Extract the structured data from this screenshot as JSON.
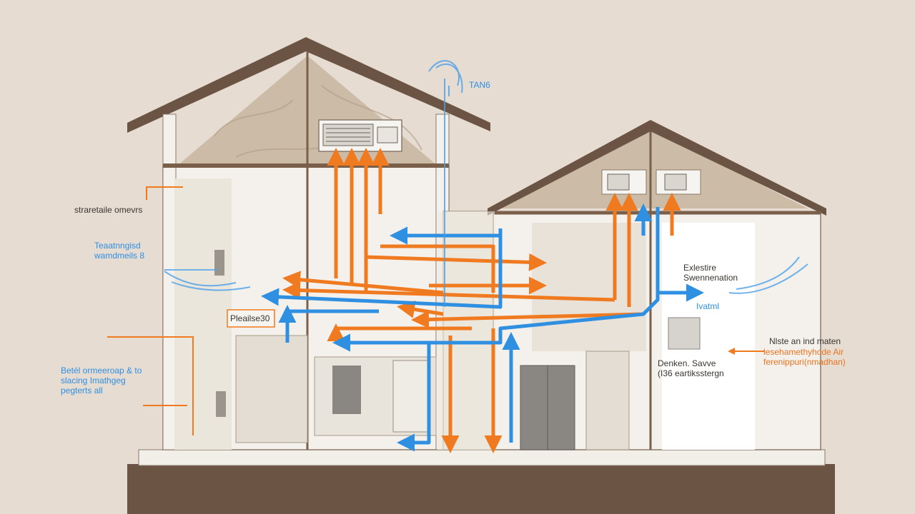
{
  "colors": {
    "background": "#e6dcd2",
    "roof": "#6b5443",
    "ground": "#6b5443",
    "attic": "#cbbba7",
    "wall": "#f4f1ec",
    "frame": "#7a5f4a",
    "warm_flow": "#f07a1f",
    "cool_flow": "#2f8fe0"
  },
  "labels": {
    "top_right_unit": "TAN6",
    "left_upper": "straretaile omevrs",
    "left_blue": "Teaatnngisd\nwamdmeils 8",
    "left_box": "Pleailse30",
    "left_lower": "Betél ormeeroap & to\nslacing Imathgeg\npegterts all",
    "right_upper_dark": "Exlestire\nSwennenation",
    "right_blue": "Ivatml",
    "right_lower_dark": "Nlste an ind maten",
    "right_lower_orange": "lesehamethyhode Air\nferenippuri(nmadhan)",
    "right_mid_dark": "Denken. Savve\n(I36 eartiksstergn"
  },
  "icons": [
    "wall-ac-unit-icon",
    "mini-split-unit-icon",
    "mini-split-unit-icon",
    "radiator-icon",
    "refrigerator-icon",
    "stove-icon"
  ]
}
